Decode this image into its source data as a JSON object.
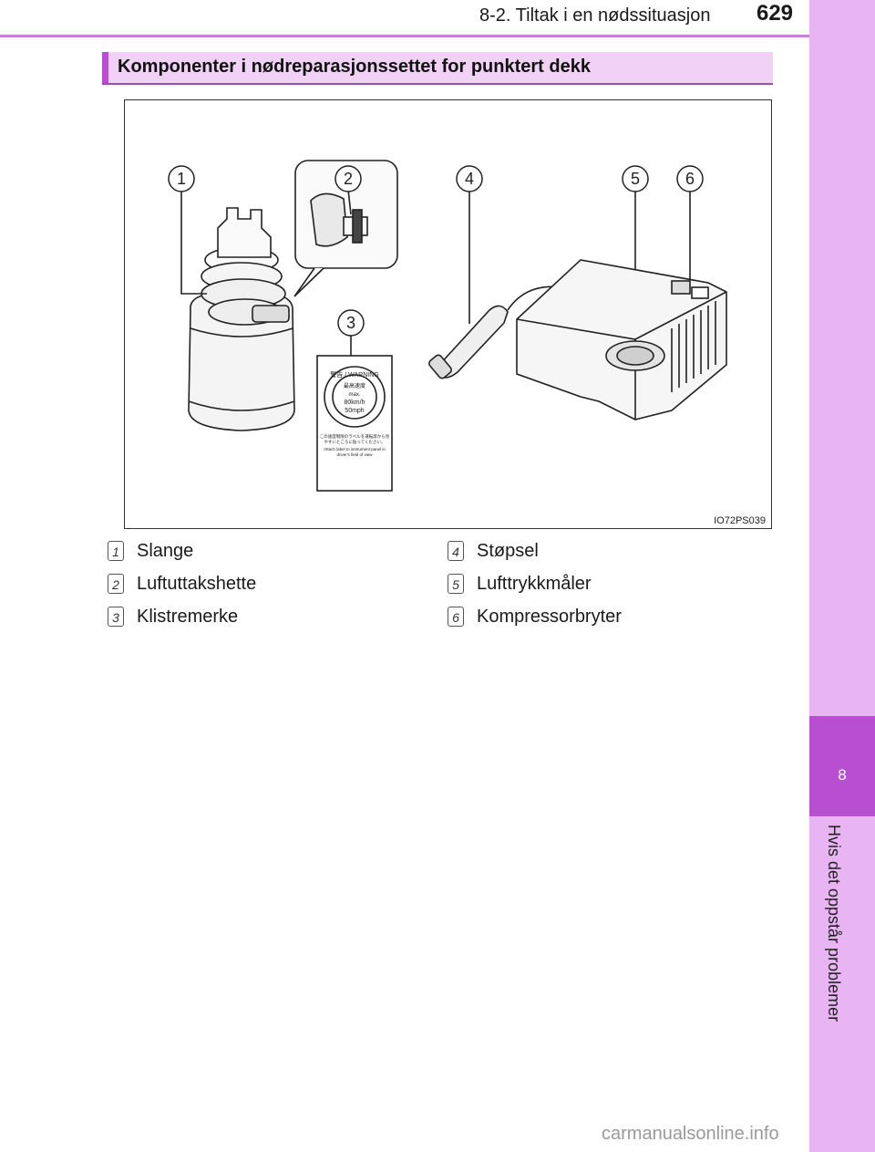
{
  "header": {
    "section_title": "8-2. Tiltak i en nødssituasjon",
    "page_number": "629"
  },
  "side_tab": {
    "chapter_number": "8",
    "chapter_title": "Hvis det oppstår problemer"
  },
  "heading": "Komponenter i nødreparasjonssettet for punktert dekk",
  "figure": {
    "code": "IO72PS039",
    "callouts": [
      "1",
      "2",
      "3",
      "4",
      "5",
      "6"
    ],
    "label_text": {
      "warning": "警告 / WARNING",
      "speed_title": "最高速度",
      "max": "max.",
      "kmh": "80km/h",
      "mph": "50mph",
      "jp_note": "この速度制限のラベルを運転席から見やすいところに貼ってください。",
      "en_note": "Attach label to instrument panel in driver's field of view"
    }
  },
  "legend": [
    {
      "num": "1",
      "label": "Slange"
    },
    {
      "num": "2",
      "label": "Luftuttakshette"
    },
    {
      "num": "3",
      "label": "Klistremerke"
    },
    {
      "num": "4",
      "label": "Støpsel"
    },
    {
      "num": "5",
      "label": "Lufttrykkmåler"
    },
    {
      "num": "6",
      "label": "Kompressorbryter"
    }
  ],
  "watermark": "carmanualsonline.info"
}
